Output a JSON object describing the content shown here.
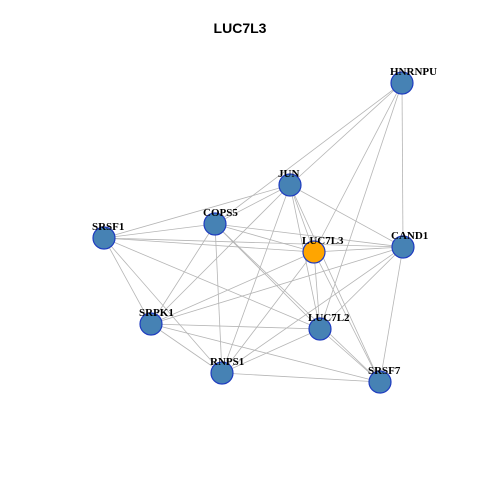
{
  "title": "LUC7L3",
  "colors": {
    "node": "#4682b4",
    "focus": "#ffa500",
    "node_border": "#1f3cc0",
    "edge": "#b5b5b5"
  },
  "nodes": [
    {
      "id": "HNRNPU",
      "label": "HNRNPU",
      "focus": false
    },
    {
      "id": "JUN",
      "label": "JUN",
      "focus": false
    },
    {
      "id": "COPS5",
      "label": "COPS5",
      "focus": false
    },
    {
      "id": "SRSF1",
      "label": "SRSF1",
      "focus": false
    },
    {
      "id": "LUC7L3",
      "label": "LUC7L3",
      "focus": true
    },
    {
      "id": "CAND1",
      "label": "CAND1",
      "focus": false
    },
    {
      "id": "SRPK1",
      "label": "SRPK1",
      "focus": false
    },
    {
      "id": "LUC7L2",
      "label": "LUC7L2",
      "focus": false
    },
    {
      "id": "RNPS1",
      "label": "RNPS1",
      "focus": false
    },
    {
      "id": "SRSF7",
      "label": "SRSF7",
      "focus": false
    }
  ],
  "edges": [
    [
      "HNRNPU",
      "JUN"
    ],
    [
      "HNRNPU",
      "COPS5"
    ],
    [
      "HNRNPU",
      "LUC7L3"
    ],
    [
      "HNRNPU",
      "CAND1"
    ],
    [
      "HNRNPU",
      "LUC7L2"
    ],
    [
      "JUN",
      "SRSF1"
    ],
    [
      "JUN",
      "COPS5"
    ],
    [
      "JUN",
      "LUC7L3"
    ],
    [
      "JUN",
      "CAND1"
    ],
    [
      "JUN",
      "SRPK1"
    ],
    [
      "JUN",
      "RNPS1"
    ],
    [
      "JUN",
      "LUC7L2"
    ],
    [
      "JUN",
      "SRSF7"
    ],
    [
      "COPS5",
      "SRSF1"
    ],
    [
      "COPS5",
      "LUC7L3"
    ],
    [
      "COPS5",
      "CAND1"
    ],
    [
      "COPS5",
      "SRPK1"
    ],
    [
      "COPS5",
      "RNPS1"
    ],
    [
      "COPS5",
      "LUC7L2"
    ],
    [
      "COPS5",
      "SRSF7"
    ],
    [
      "SRSF1",
      "LUC7L3"
    ],
    [
      "SRSF1",
      "CAND1"
    ],
    [
      "SRSF1",
      "SRPK1"
    ],
    [
      "SRSF1",
      "RNPS1"
    ],
    [
      "SRSF1",
      "LUC7L2"
    ],
    [
      "LUC7L3",
      "CAND1"
    ],
    [
      "LUC7L3",
      "SRPK1"
    ],
    [
      "LUC7L3",
      "RNPS1"
    ],
    [
      "LUC7L3",
      "LUC7L2"
    ],
    [
      "LUC7L3",
      "SRSF7"
    ],
    [
      "CAND1",
      "SRPK1"
    ],
    [
      "CAND1",
      "RNPS1"
    ],
    [
      "CAND1",
      "LUC7L2"
    ],
    [
      "CAND1",
      "SRSF7"
    ],
    [
      "SRPK1",
      "RNPS1"
    ],
    [
      "SRPK1",
      "LUC7L2"
    ],
    [
      "SRPK1",
      "SRSF7"
    ],
    [
      "RNPS1",
      "LUC7L2"
    ],
    [
      "RNPS1",
      "SRSF7"
    ],
    [
      "LUC7L2",
      "SRSF7"
    ]
  ]
}
